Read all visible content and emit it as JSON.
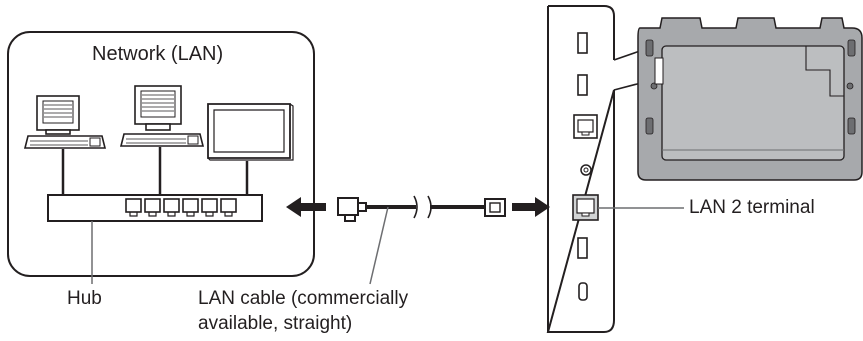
{
  "labels": {
    "network_title": "Network (LAN)",
    "hub": "Hub",
    "cable_line1": "LAN cable (commercially",
    "cable_line2": "available, straight)",
    "terminal": "LAN 2 terminal"
  },
  "colors": {
    "stroke": "#231f20",
    "gray": "#6d6e71",
    "panel_fill": "#a7a9ac",
    "panel_inner": "#bcbec0",
    "hub_fill": "#d1d3d4",
    "port_fill": "#dcdddf"
  },
  "icons": {
    "computer": "computer-icon",
    "display": "display-icon",
    "hub": "hub-icon",
    "arrow": "arrow-icon",
    "plug": "rj45-plug-icon",
    "port": "lan-port-icon",
    "panel": "display-panel-icon"
  }
}
